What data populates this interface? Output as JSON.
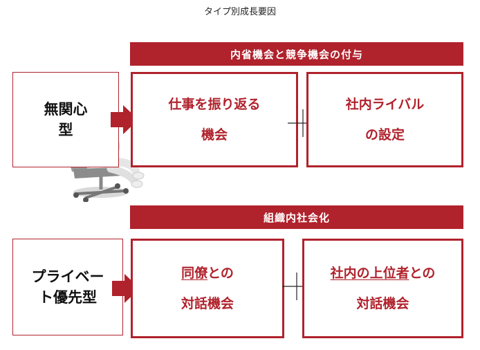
{
  "title": "タイプ別成長要因",
  "row1": {
    "banner": "内省機会と競争機会の付与",
    "type_label": [
      "無関心",
      "型"
    ],
    "box1": [
      "仕事を振り返る",
      "機会"
    ],
    "box2": [
      "社内ライバル",
      "の設定"
    ]
  },
  "row2": {
    "banner": "組織内社会化",
    "type_label": [
      "プライベー",
      "ト優先型"
    ],
    "box1_line1_underlined": "同僚",
    "box1_line1_rest": "との",
    "box1_line2": "対話機会",
    "box2_line1_underlined": "社内の上位者",
    "box2_line1_rest": "との",
    "box2_line2": "対話機会"
  },
  "colors": {
    "accent": "#b0222c",
    "text": "#1a1a1a"
  },
  "icons": [
    "arrow-right-icon",
    "plus-icon",
    "person-in-chair-icon"
  ]
}
